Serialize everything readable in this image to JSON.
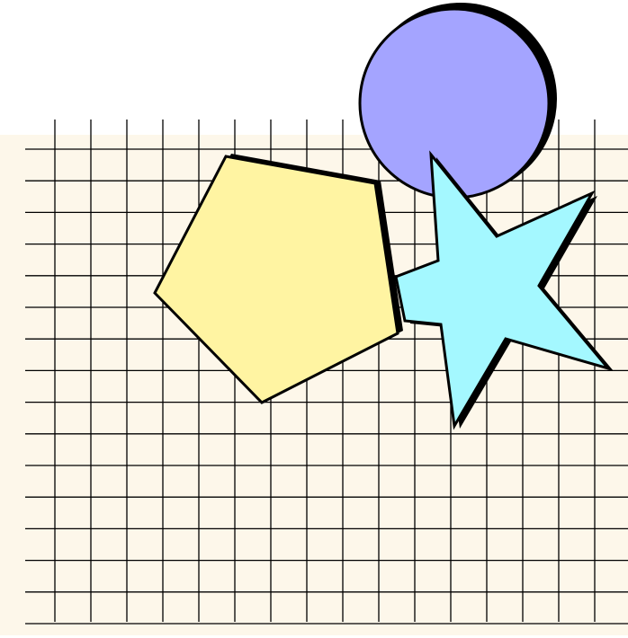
{
  "colors": {
    "background": "#ffffff",
    "paper": "#fdf7ea",
    "grid_line": "#000000",
    "circle_fill": "#a4a4ff",
    "pentagon_fill": "#fff4a2",
    "star_fill": "#a4f8ff",
    "outline": "#000000",
    "shadow": "#000000"
  },
  "shapes": [
    {
      "name": "circle",
      "kind": "circle",
      "fill_key": "circle_fill",
      "has_shadow": true
    },
    {
      "name": "pentagon",
      "kind": "pentagon",
      "fill_key": "pentagon_fill",
      "has_shadow": true
    },
    {
      "name": "star",
      "kind": "five-point-star",
      "fill_key": "star_fill",
      "has_shadow": true
    }
  ],
  "grid": {
    "vertical_lines": 16,
    "horizontal_lines": 16
  }
}
